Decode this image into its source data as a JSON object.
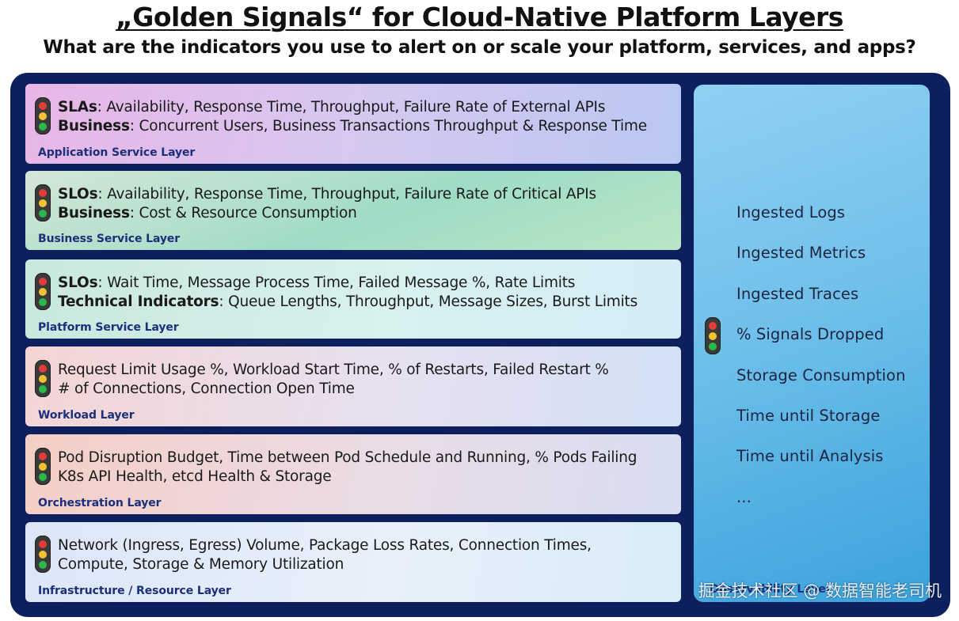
{
  "title": "„Golden Signals“ for Cloud-Native Platform Layers",
  "subtitle": "What are the indicators you use to alert on or scale your platform, services, and apps?",
  "layers": [
    {
      "name": "Application Service Layer",
      "line1": {
        "label": "SLAs",
        "text": ": Availability, Response Time, Throughput, Failure Rate of External APIs"
      },
      "line2": {
        "label": "Business",
        "text": ": Concurrent Users, Business Transactions Throughput & Response Time"
      }
    },
    {
      "name": "Business Service Layer",
      "line1": {
        "label": "SLOs",
        "text": ": Availability, Response Time, Throughput, Failure Rate of Critical APIs"
      },
      "line2": {
        "label": "Business",
        "text": ": Cost & Resource Consumption"
      }
    },
    {
      "name": "Platform Service Layer",
      "line1": {
        "label": "SLOs",
        "text": ": Wait Time, Message Process Time, Failed Message %, Rate Limits"
      },
      "line2": {
        "label": "Technical Indicators",
        "text": ": Queue Lengths, Throughput, Message Sizes, Burst Limits"
      }
    },
    {
      "name": "Workload Layer",
      "line1": {
        "label": "",
        "text": "Request Limit Usage %, Workload Start Time, % of Restarts, Failed Restart %"
      },
      "line2": {
        "label": "",
        "text": "# of Connections, Connection Open Time"
      }
    },
    {
      "name": "Orchestration Layer",
      "line1": {
        "label": "",
        "text": "Pod Disruption Budget, Time between Pod Schedule and Running, % Pods Failing"
      },
      "line2": {
        "label": "",
        "text": "K8s API Health, etcd Health & Storage"
      }
    },
    {
      "name": "Infrastructure / Resource Layer",
      "line1": {
        "label": "",
        "text": "Network (Ingress, Egress) Volume, Package Loss Rates, Connection Times,"
      },
      "line2": {
        "label": "",
        "text": "Compute, Storage & Memory Utilization"
      }
    }
  ],
  "observability": {
    "name": "Observability Layer",
    "items": [
      "Ingested Logs",
      "Ingested Metrics",
      "Ingested Traces",
      "% Signals Dropped",
      "Storage Consumption",
      "Time until Storage",
      "Time until Analysis",
      "..."
    ]
  },
  "watermark": "掘金技术社区 @ 数据智能老司机",
  "icons": {
    "traffic_light": "traffic-light-icon"
  },
  "colors": {
    "frame": "#0d1f5c",
    "layer_label": "#1c2f7a",
    "red": "#e33a3a",
    "yellow": "#f2c233",
    "green": "#29b84a"
  }
}
